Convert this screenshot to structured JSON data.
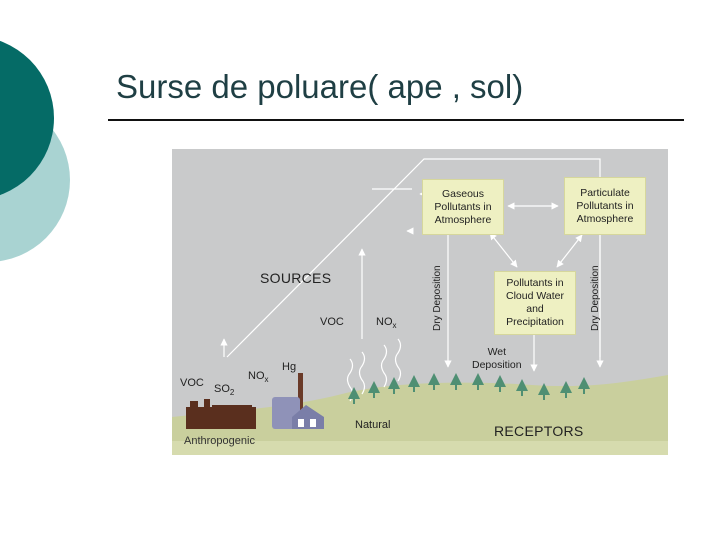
{
  "slide": {
    "title": "Surse de poluare( ape , sol)",
    "colors": {
      "teal_dark": "#056b66",
      "teal_light": "#a9d3d2",
      "panel": "#c9cacb",
      "box": "#eef0c2",
      "ground": "#c9cf9d",
      "tree": "#4f8f73",
      "factory": "#5a2f1e"
    }
  },
  "diagram": {
    "sources_label": "SOURCES",
    "receptors_label": "RECEPTORS",
    "anthropogenic_label": "Anthropogenic",
    "natural_label": "Natural",
    "voc_natural": "VOC",
    "nox_natural_main": "NO",
    "nox_natural_sub": "x",
    "voc_anthro": "VOC",
    "so2_main": "SO",
    "so2_sub": "2",
    "nox_anthro_main": "NO",
    "nox_anthro_sub": "x",
    "hg_label": "Hg",
    "box_gaseous": "Gaseous\nPollutants in\nAtmosphere",
    "box_particulate": "Particulate\nPollutants in\nAtmosphere",
    "box_cloud": "Pollutants in\nCloud Water\nand\nPrecipitation",
    "dry_deposition_left": "Dry Deposition",
    "dry_deposition_right": "Dry Deposition",
    "wet_deposition": "Wet\nDeposition"
  }
}
